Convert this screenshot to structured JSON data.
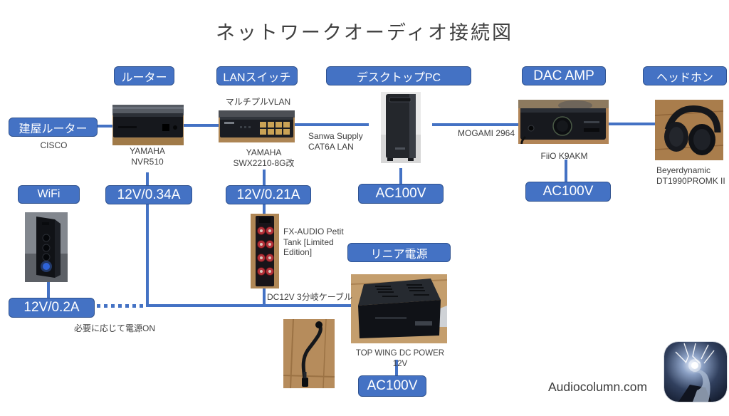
{
  "title": "ネットワークオーディオ接続図",
  "colors": {
    "accent": "#4472C4",
    "accent_border": "#2F528F",
    "text_dark": "#404040",
    "background": "#FFFFFF"
  },
  "category_boxes": {
    "building_router": "建屋ルーター",
    "router": "ルーター",
    "lan_switch": "LANスイッチ",
    "desktop_pc": "デスクトップPC",
    "dac_amp": "DAC AMP",
    "headphone": "ヘッドホン",
    "wifi": "WiFi",
    "linear_psu": "リニア電源"
  },
  "power_boxes": {
    "router": "12V/0.34A",
    "lan_switch": "12V/0.21A",
    "desktop_pc": "AC100V",
    "dac_amp": "AC100V",
    "wifi": "12V/0.2A",
    "linear_psu": "AC100V"
  },
  "annotations": {
    "vlan": "マルチプルVLAN",
    "building_router_brand": "CISCO",
    "router_brand": "YAMAHA",
    "router_model": "NVR510",
    "switch_brand": "YAMAHA",
    "switch_model": "SWX2210-8G改",
    "lan_cable_brand": "Sanwa Supply",
    "lan_cable_model": "CAT6A LAN",
    "audio_cable": "MOGAMI 2964",
    "dac_model": "FiiO K9AKM",
    "headphone_brand": "Beyerdynamic",
    "headphone_model": "DT1990PROMK II",
    "capacitor_tank": "FX-AUDIO Petit Tank [Limited Edition]",
    "dc_cable": "DC12V 3分岐ケーブル",
    "power_note": "必要に応じて電源ON",
    "psu_model": "TOP WING DC POWER 12V",
    "watermark": "Audiocolumn.com"
  }
}
